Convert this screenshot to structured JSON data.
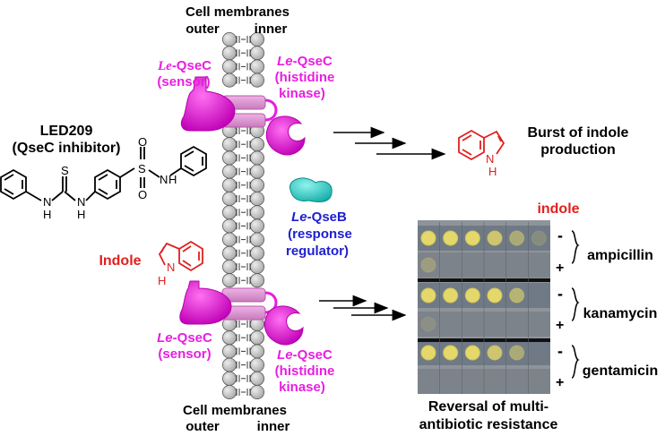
{
  "membrane": {
    "top_title": "Cell membranes",
    "top_outer": "outer",
    "top_inner": "inner",
    "bottom_title": "Cell membranes",
    "bottom_outer": "outer",
    "bottom_inner": "inner"
  },
  "sensor_top": {
    "prefix": "Le",
    "name": "-QseC",
    "role": "(sensor)"
  },
  "kinase_top": {
    "prefix": "Le",
    "name": "-QseC",
    "role1": "(histidine",
    "role2": "kinase)"
  },
  "sensor_bottom": {
    "prefix": "Le",
    "name": "-QseC",
    "role": "(sensor)"
  },
  "kinase_bottom": {
    "prefix": "Le",
    "name": "-QseC",
    "role1": "(histidine",
    "role2": "kinase)"
  },
  "inhibitor": {
    "name": "LED209",
    "role": "(QseC inhibitor)",
    "atoms": {
      "s": "S",
      "n1": "N",
      "h1": "H",
      "n2": "N",
      "h2": "H",
      "s_sulfonyl": "S",
      "o1": "O",
      "o2": "O",
      "n3": "N",
      "h3": "H"
    }
  },
  "indole_left": {
    "label": "Indole",
    "n": "N",
    "h": "H"
  },
  "indole_right": {
    "n": "N",
    "h": "H"
  },
  "regulator": {
    "prefix": "Le",
    "name": "-QseB",
    "line2": "(response",
    "line3": "regulator)"
  },
  "outcome_top": {
    "line1": "Burst of indole",
    "line2": "production"
  },
  "plates": {
    "indole_header": "indole",
    "groups": [
      {
        "antibiotic": "ampicillin",
        "minus": "-",
        "plus": "+"
      },
      {
        "antibiotic": "kanamycin",
        "minus": "-",
        "plus": "+"
      },
      {
        "antibiotic": "gentamicin",
        "minus": "-",
        "plus": "+"
      }
    ],
    "caption_line1": "Reversal of multi-",
    "caption_line2": "antibiotic resistance"
  },
  "colors": {
    "magenta": "#e81ee0",
    "pink_box": "#d98fcf",
    "indole_red": "#e0201e",
    "regulator_blue": "#1e1ed2",
    "regulator_cyan": "#22d6d0",
    "bead_gray": "#c8c8c8"
  }
}
